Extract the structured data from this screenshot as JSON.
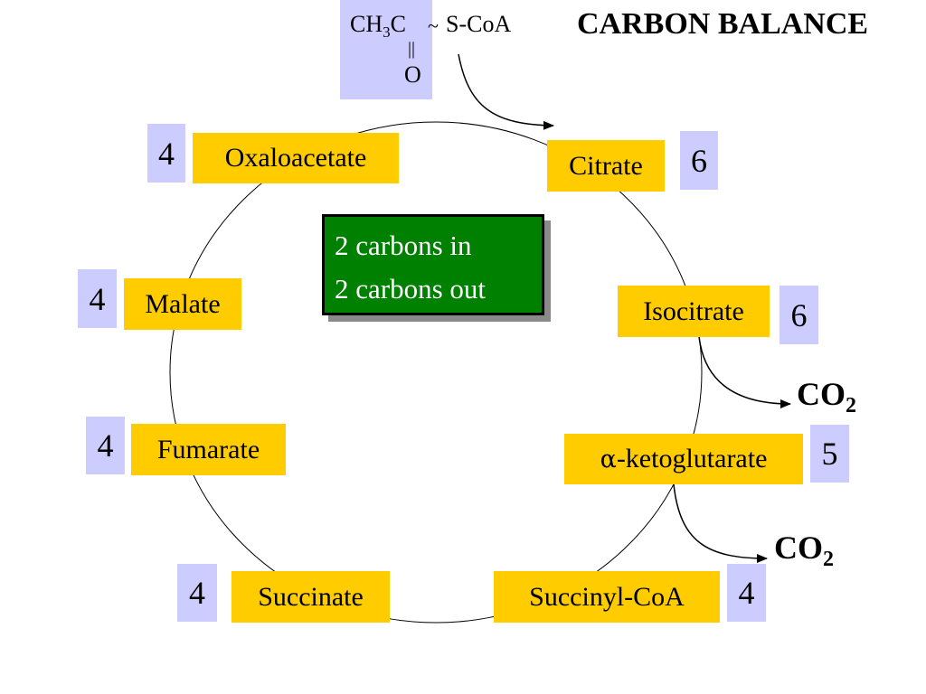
{
  "title": "CARBON BALANCE",
  "acetyl_coa": {
    "ch": "CH",
    "sub3": "3",
    "c": "C",
    "tilde": "~",
    "scoa": "S-CoA",
    "bond": "||",
    "oxygen": "O"
  },
  "note": {
    "line1": "2 carbons in",
    "line2": "2 carbons out"
  },
  "co2": {
    "text": "CO",
    "sub": "2"
  },
  "intermediates": [
    {
      "name": "Oxaloacetate",
      "carbons": "4"
    },
    {
      "name": "Citrate",
      "carbons": "6"
    },
    {
      "name": "Isocitrate",
      "carbons": "6"
    },
    {
      "name": "-ketoglutarate",
      "prefix": "α",
      "carbons": "5"
    },
    {
      "name": "Succinyl-CoA",
      "carbons": "4"
    },
    {
      "name": "Succinate",
      "carbons": "4"
    },
    {
      "name": "Fumarate",
      "carbons": "4"
    },
    {
      "name": "Malate",
      "carbons": "4"
    }
  ],
  "colors": {
    "label_bg": "#ffcc00",
    "number_bg": "#ccccff",
    "note_bg": "#008000"
  }
}
